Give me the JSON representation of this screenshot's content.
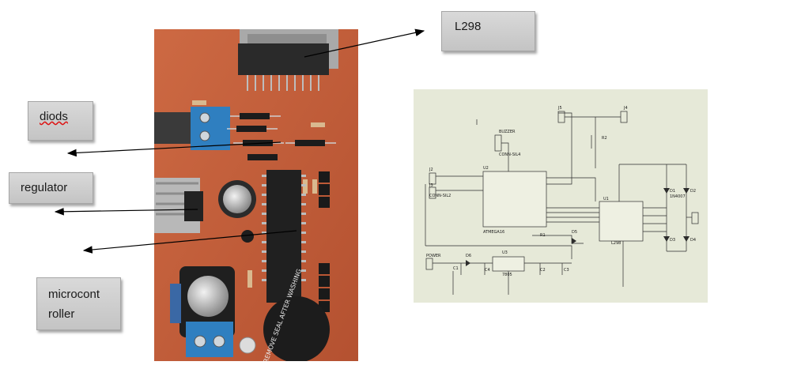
{
  "labels": {
    "l298": "L298",
    "diods": "diods",
    "regulator": "regulator",
    "micro_line1": "microcont",
    "micro_line2": "roller"
  },
  "photo": {
    "buzzer_text": "HXD REMOVE SEAL AFTER WASHING"
  },
  "schematic": {
    "buzzer": "BUZZER",
    "u2": "U2",
    "u1": "U1",
    "u3": "U3",
    "j2": "J2",
    "j3": "J3",
    "j4": "J4",
    "j5": "J5",
    "power": "POWER",
    "r1": "R1",
    "r2": "R2",
    "d1": "D1",
    "d2": "D2",
    "d3": "D3",
    "d4": "D4",
    "d5": "D5",
    "d6": "D6",
    "c1": "C1",
    "c2": "C2",
    "c3": "C3",
    "c4": "C4",
    "u1_part": "L298",
    "u2_part": "ATMEGA16",
    "u3_part": "7805",
    "conn_sil2": "CONN-SIL2",
    "conn_sil4": "CONN-SIL4",
    "diode_part": "1N4007"
  },
  "colors": {
    "pcb": "#c8633e",
    "schematic_bg": "#e6e9d8",
    "label_bg": "#c8c8c8",
    "arrow": "#000000"
  }
}
